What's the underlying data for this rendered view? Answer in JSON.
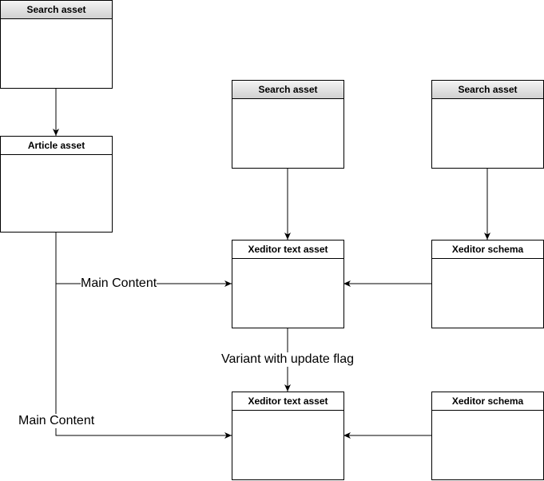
{
  "diagram": {
    "nodes": {
      "search_left": {
        "title": "Search asset"
      },
      "article": {
        "title": "Article asset"
      },
      "search_mid": {
        "title": "Search asset"
      },
      "search_right": {
        "title": "Search asset"
      },
      "xeditor_top": {
        "title": "Xeditor text asset"
      },
      "schema_top": {
        "title": "Xeditor schema"
      },
      "xeditor_bottom": {
        "title": "Xeditor text asset"
      },
      "schema_bottom": {
        "title": "Xeditor schema"
      }
    },
    "edges": [
      {
        "from": "search_left",
        "to": "article",
        "label": ""
      },
      {
        "from": "search_mid",
        "to": "xeditor_top",
        "label": ""
      },
      {
        "from": "search_right",
        "to": "schema_top",
        "label": ""
      },
      {
        "from": "article",
        "to": "xeditor_top",
        "label": "Main Content"
      },
      {
        "from": "schema_top",
        "to": "xeditor_top",
        "label": ""
      },
      {
        "from": "xeditor_top",
        "to": "xeditor_bottom",
        "label": "Variant with update flag"
      },
      {
        "from": "article",
        "to": "xeditor_bottom",
        "label": "Main Content"
      },
      {
        "from": "schema_bottom",
        "to": "xeditor_bottom",
        "label": ""
      }
    ]
  }
}
